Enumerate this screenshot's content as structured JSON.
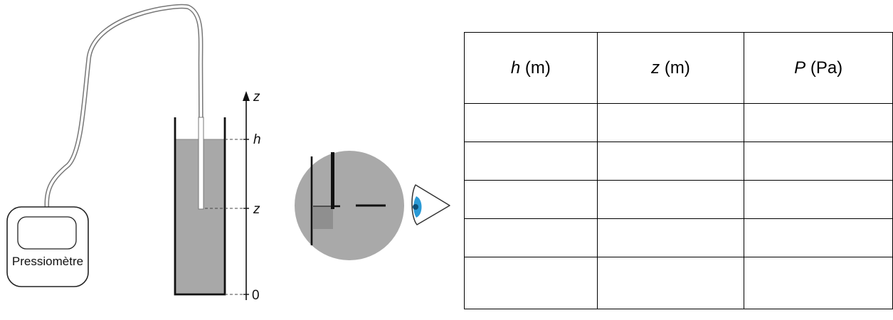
{
  "diagram": {
    "device_label": "Pressiomètre",
    "axis": {
      "name": "z",
      "marks": {
        "h": "h",
        "z": "z",
        "origin": "0"
      }
    }
  },
  "table": {
    "columns": [
      {
        "var": "h",
        "unit": "(m)"
      },
      {
        "var": "z",
        "unit": "(m)"
      },
      {
        "var": "P",
        "unit": "(Pa)"
      }
    ],
    "rows": [
      [
        "",
        "",
        ""
      ],
      [
        "",
        "",
        ""
      ],
      [
        "",
        "",
        ""
      ],
      [
        "",
        "",
        ""
      ],
      [
        "",
        "",
        ""
      ]
    ]
  },
  "colors": {
    "water": "#a8a8a8",
    "lens": "#a9a9a9",
    "iris": "#2a9ad6"
  }
}
